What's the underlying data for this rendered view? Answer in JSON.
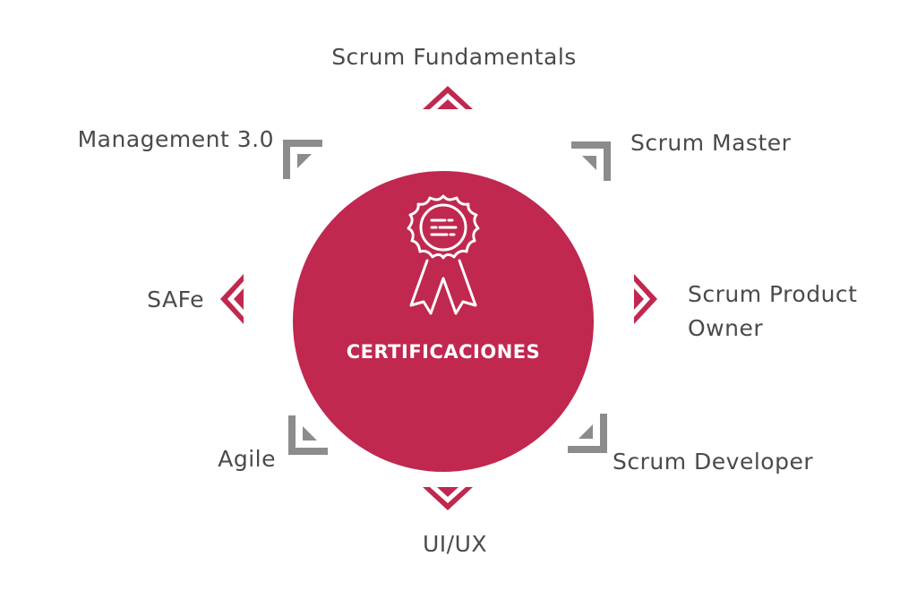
{
  "center": {
    "title": "CERTIFICACIONES",
    "icon": "award-ribbon-icon",
    "color": "#c0284f"
  },
  "items": [
    {
      "label": "Scrum Fundamentals",
      "position": "top"
    },
    {
      "label": "Scrum Master",
      "position": "top-right"
    },
    {
      "label": "Scrum Product\nOwner",
      "position": "right"
    },
    {
      "label": "Scrum Developer",
      "position": "bottom-right"
    },
    {
      "label": "UI/UX",
      "position": "bottom"
    },
    {
      "label": "Agile",
      "position": "bottom-left"
    },
    {
      "label": "SAFe",
      "position": "left"
    },
    {
      "label": "Management 3.0",
      "position": "top-left"
    }
  ],
  "colors": {
    "accent": "#c0284f",
    "gray": "#8c8c8c",
    "text": "#4a4a4a"
  }
}
